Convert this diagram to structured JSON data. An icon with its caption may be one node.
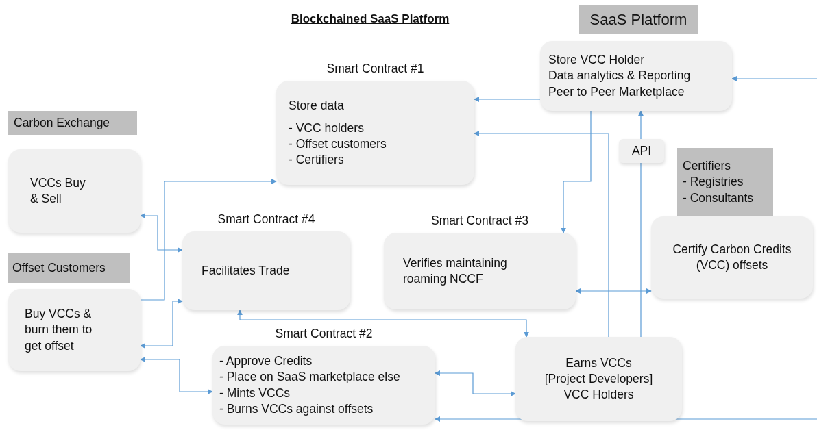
{
  "diagram": {
    "title": "Blockchained SaaS Platform",
    "nodes": [
      {
        "text": [
          "SaaS Platform"
        ]
      },
      {
        "text": [
          "Store VCC Holder",
          "Data analytics & Reporting",
          "Peer to Peer Marketplace"
        ]
      },
      {
        "text": [
          "Smart Contract #1",
          "Store data",
          "- VCC holders",
          "- Offset customers",
          "- Certifiers"
        ]
      },
      {
        "text": [
          "Carbon Exchange"
        ]
      },
      {
        "text": [
          "VCCs Buy & Sell"
        ]
      },
      {
        "text": [
          "Smart Contract #4",
          "Facilitates Trade"
        ]
      },
      {
        "text": [
          "Smart Contract #3",
          "Verifies maintaining roaming NCCF"
        ]
      },
      {
        "text": [
          "API"
        ]
      },
      {
        "text": [
          "Certifiers",
          "- Registries",
          "- Consultants"
        ]
      },
      {
        "text": [
          "Certify Carbon Credits (VCC) offsets"
        ]
      },
      {
        "text": [
          "Offset Customers"
        ]
      },
      {
        "text": [
          "Buy VCCs & burn them to get offset"
        ]
      },
      {
        "text": [
          "Smart Contract #2",
          "- Approve Credits",
          "- Place on SaaS marketplace else",
          "- Mints VCCs",
          "- Burns VCCs against offsets"
        ]
      },
      {
        "text": [
          "Earns VCCs",
          "[Project Developers]",
          "VCC Holders"
        ]
      }
    ],
    "edges": [
      {
        "from": null,
        "to": 1,
        "arrow": "to"
      },
      {
        "from": 1,
        "to": 2,
        "arrow": "to"
      },
      {
        "from": 13,
        "to": 2,
        "arrow": "to"
      },
      {
        "from": 1,
        "to": 6,
        "arrow": "to"
      },
      {
        "from": 13,
        "to": 7,
        "arrow": "none"
      },
      {
        "from": 7,
        "to": 1,
        "arrow": "to"
      },
      {
        "from": 6,
        "to": 9,
        "arrow": "both"
      },
      {
        "from": 4,
        "to": 5,
        "arrow": "both"
      },
      {
        "from": 11,
        "to": 2,
        "arrow": "to"
      },
      {
        "from": 11,
        "to": 5,
        "arrow": "both"
      },
      {
        "from": 11,
        "to": 12,
        "arrow": "both"
      },
      {
        "from": 5,
        "to": 13,
        "arrow": "both"
      },
      {
        "from": 12,
        "to": 13,
        "arrow": "both"
      },
      {
        "from": null,
        "to": 12,
        "arrow": "to"
      }
    ]
  }
}
